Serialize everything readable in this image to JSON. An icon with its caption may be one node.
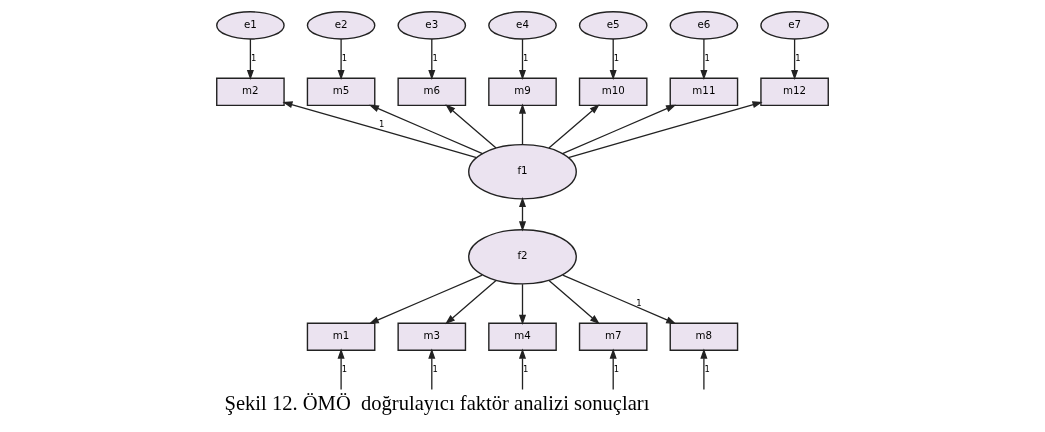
{
  "diagram": {
    "caption": "Şekil 12. ÖMÖ  doğrulayıcı faktör analizi sonuçları",
    "nodes": [
      {
        "text": [
          "e1"
        ]
      },
      {
        "text": [
          "e2"
        ]
      },
      {
        "text": [
          "e3"
        ]
      },
      {
        "text": [
          "e4"
        ]
      },
      {
        "text": [
          "e5"
        ]
      },
      {
        "text": [
          "e6"
        ]
      },
      {
        "text": [
          "e7"
        ]
      },
      {
        "text": [
          "m2"
        ]
      },
      {
        "text": [
          "m5"
        ]
      },
      {
        "text": [
          "m6"
        ]
      },
      {
        "text": [
          "m9"
        ]
      },
      {
        "text": [
          "m10"
        ]
      },
      {
        "text": [
          "m11"
        ]
      },
      {
        "text": [
          "m12"
        ]
      },
      {
        "text": [
          "f1"
        ]
      },
      {
        "text": [
          "f2"
        ]
      },
      {
        "text": [
          "m1"
        ]
      },
      {
        "text": [
          "m3"
        ]
      },
      {
        "text": [
          "m4"
        ]
      },
      {
        "text": [
          "m7"
        ]
      },
      {
        "text": [
          "m8"
        ]
      }
    ],
    "edges": [
      {
        "from": 0,
        "to": 7,
        "arrow": "to",
        "label": "1"
      },
      {
        "from": 1,
        "to": 8,
        "arrow": "to",
        "label": "1"
      },
      {
        "from": 2,
        "to": 9,
        "arrow": "to",
        "label": "1"
      },
      {
        "from": 3,
        "to": 10,
        "arrow": "to",
        "label": "1"
      },
      {
        "from": 4,
        "to": 11,
        "arrow": "to",
        "label": "1"
      },
      {
        "from": 5,
        "to": 12,
        "arrow": "to",
        "label": "1"
      },
      {
        "from": 6,
        "to": 13,
        "arrow": "to",
        "label": "1"
      },
      {
        "from": 14,
        "to": 7,
        "arrow": "to",
        "label": "1"
      },
      {
        "from": 14,
        "to": 8,
        "arrow": "to"
      },
      {
        "from": 14,
        "to": 9,
        "arrow": "to"
      },
      {
        "from": 14,
        "to": 10,
        "arrow": "to"
      },
      {
        "from": 14,
        "to": 11,
        "arrow": "to"
      },
      {
        "from": 14,
        "to": 12,
        "arrow": "to"
      },
      {
        "from": 14,
        "to": 13,
        "arrow": "to"
      },
      {
        "from": 15,
        "to": 14,
        "arrow": "both"
      },
      {
        "from": 15,
        "to": 16,
        "arrow": "to"
      },
      {
        "from": 15,
        "to": 17,
        "arrow": "to"
      },
      {
        "from": 15,
        "to": 18,
        "arrow": "to"
      },
      {
        "from": 15,
        "to": 19,
        "arrow": "to"
      },
      {
        "from": 15,
        "to": 20,
        "arrow": "to",
        "label": "1"
      },
      {
        "from": null,
        "to": 16,
        "arrow": "to",
        "label": "1"
      },
      {
        "from": null,
        "to": 17,
        "arrow": "to",
        "label": "1"
      },
      {
        "from": null,
        "to": 18,
        "arrow": "to",
        "label": "1"
      },
      {
        "from": null,
        "to": 19,
        "arrow": "to",
        "label": "1"
      },
      {
        "from": null,
        "to": 20,
        "arrow": "to",
        "label": "1"
      }
    ]
  }
}
